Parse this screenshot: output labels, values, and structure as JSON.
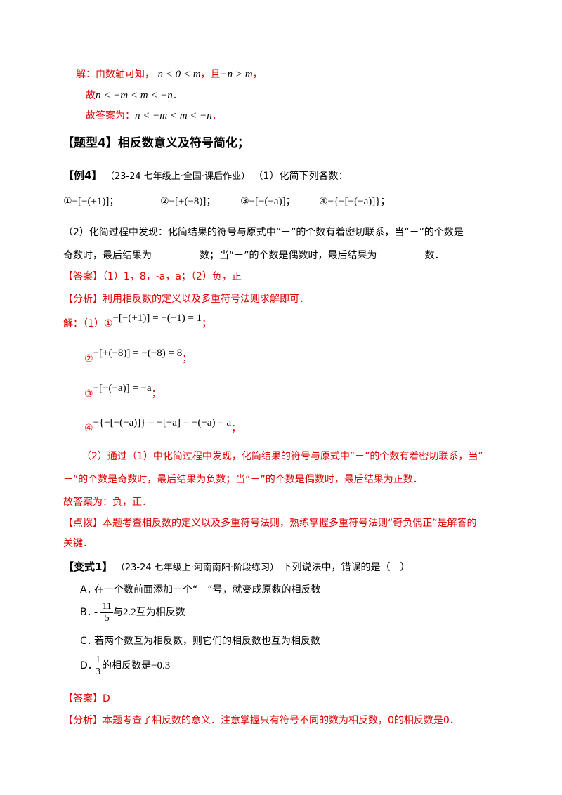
{
  "intro_solution": {
    "label": "解：由数轴可知，",
    "expr1": "n < 0 < m",
    "mid": "，且",
    "expr2": "−n > m",
    "end": "，",
    "line2_prefix": "故",
    "line2_expr": "n < −m < m < −n",
    "line2_end": "．",
    "line3_prefix": "故答案为：",
    "line3_expr": "n < −m < m < −n",
    "line3_end": "．"
  },
  "section_heading": "【题型4】相反数意义及符号简化；",
  "example": {
    "tag": "【例4】",
    "source": "（23-24 七年级上·全国·课后作业）",
    "prompt": "（1）化简下列各数：",
    "items": [
      {
        "num": "①",
        "expr": "−[−(+1)]",
        "sep": "；"
      },
      {
        "num": "②",
        "expr": "−[+(−8)]",
        "sep": "；"
      },
      {
        "num": "③",
        "expr": "−[−(−a)]",
        "sep": "；"
      },
      {
        "num": "④",
        "expr": "−{−[−(−a)]}",
        "sep": "；"
      }
    ],
    "part2_line1": "（2）化简过程中发现：化简结果的符号与原式中“－”的个数有着密切联系，当“－”的个数是",
    "part2_line2a": "奇数时，最后结果为",
    "part2_line2b": "数；当“－”的个数是偶数时，最后结果为",
    "part2_line2c": "数．",
    "answer_tag": "【答案】",
    "answer_text": "（1）1，8，-a，a；（2）负，正",
    "analysis_tag": "【分析】",
    "analysis_text": "利用相反数的定义以及多重符号法则求解即可．",
    "solution_label": "解：（1）①",
    "steps": [
      {
        "num": "",
        "expr": "−[−(+1)] = −(−1) = 1",
        "end": "；"
      },
      {
        "num": "②",
        "expr": "−[+(−8)] = −(−8) = 8",
        "end": "；"
      },
      {
        "num": "③",
        "expr": "−[−(−a)] = −a",
        "end": "；"
      },
      {
        "num": "④",
        "expr": "−{−[−(−a)]} = −[−a] = −(−a) = a",
        "end": "；"
      }
    ],
    "part2_sol_line1": "（2）通过（1）中化简过程中发现，化简结果的符号与原式中“－”的个数有着密切联系，当“",
    "part2_sol_line2": "－”的个数是奇数时，最后结果为负数；当“－”的个数是偶数时，最后结果为正数．",
    "final_answer": "故答案为：负，正．",
    "tip_tag": "【点拨】",
    "tip_line1": "本题考查相反数的定义以及多重符号法则，熟练掌握多重符号法则“奇负偶正”是解答的",
    "tip_line2": "关键．"
  },
  "variant": {
    "tag": "【变式1】",
    "source": "（23-24 七年级上·河南南阳·阶段练习）",
    "prompt": "下列说法中，错误的是（　）",
    "options": {
      "a_label": "A．",
      "a_text": "在一个数前面添加一个“－”号，就变成原数的相反数",
      "b_label": "B．",
      "b_neg": "-",
      "b_num": "11",
      "b_den": "5",
      "b_mid": "与",
      "b_val": "2.2",
      "b_end": "互为相反数",
      "c_label": "C．",
      "c_text": "若两个数互为相反数，则它们的相反数也互为相反数",
      "d_label": "D．",
      "d_num": "1",
      "d_den": "3",
      "d_mid": "的相反数是",
      "d_val": "−0.3"
    },
    "answer_tag": "【答案】",
    "answer_text": "D",
    "analysis_tag": "【分析】",
    "analysis_text": "本题考查了相反数的意义．注意掌握只有符号不同的数为相反数，0的相反数是0．"
  }
}
